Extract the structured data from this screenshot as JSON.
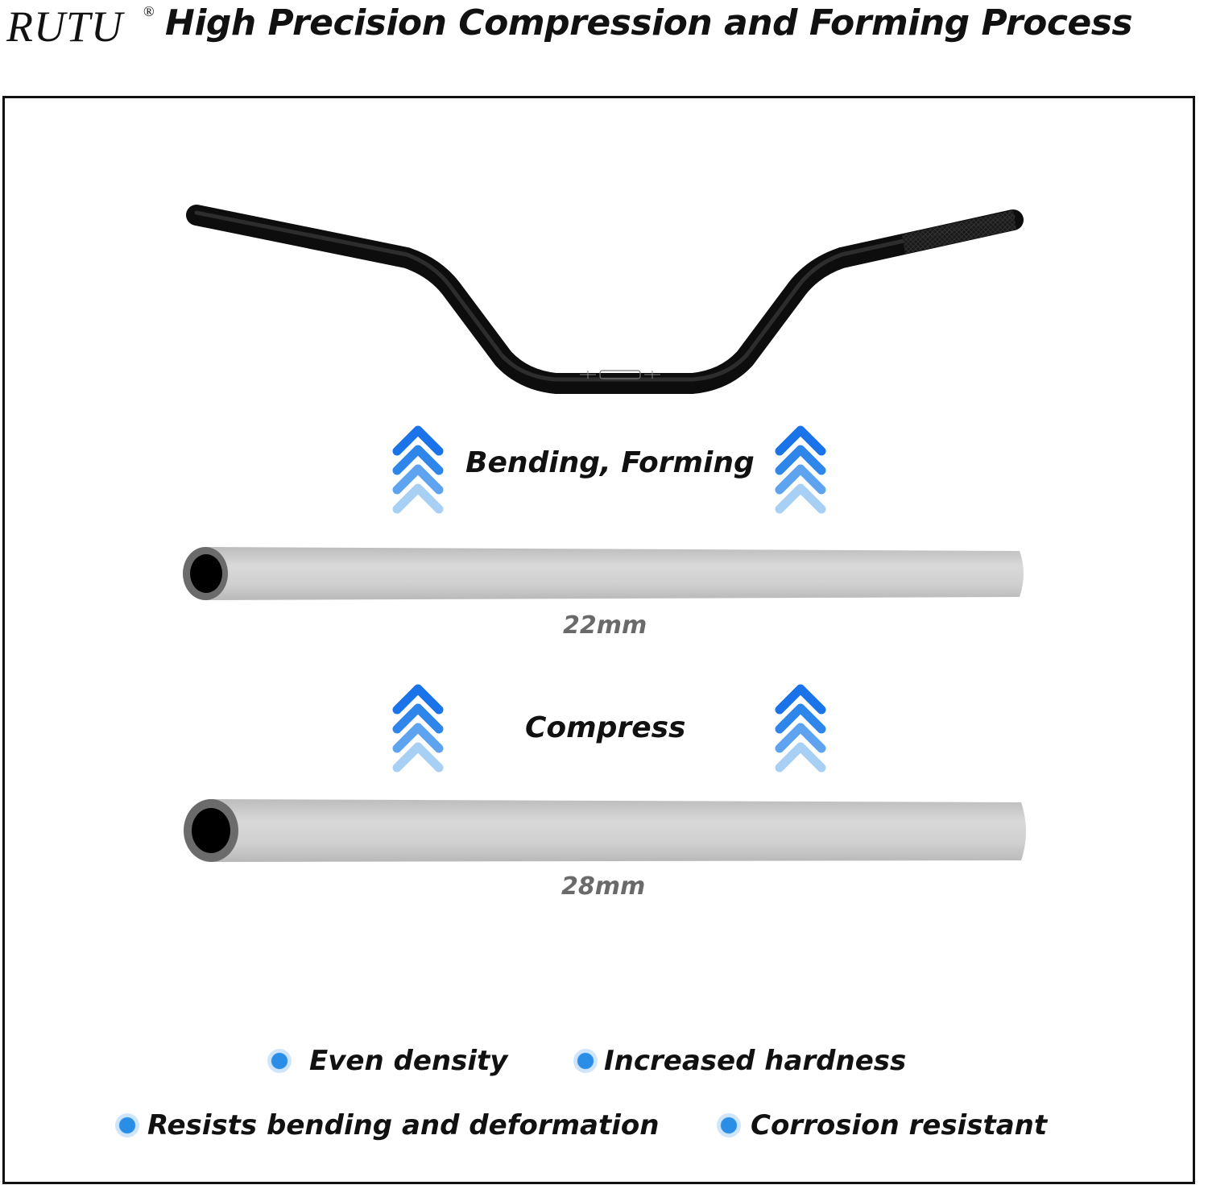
{
  "header": {
    "brand": "RUTU",
    "registered_mark": "®",
    "title": "High Precision Compression and Forming Process"
  },
  "process": {
    "step_bending": "Bending, Forming",
    "step_compress": "Compress",
    "tube_small_diameter": "22mm",
    "tube_large_diameter": "28mm"
  },
  "features": [
    "Even density",
    "Increased hardness",
    "Resists bending and deformation",
    "Corrosion resistant"
  ],
  "colors": {
    "arrow_dark": "#1a73e8",
    "arrow_light": "#a8d0f5",
    "tube": "#d4d4d4",
    "handlebar": "#141414",
    "bullet": "#2a8ee6"
  }
}
